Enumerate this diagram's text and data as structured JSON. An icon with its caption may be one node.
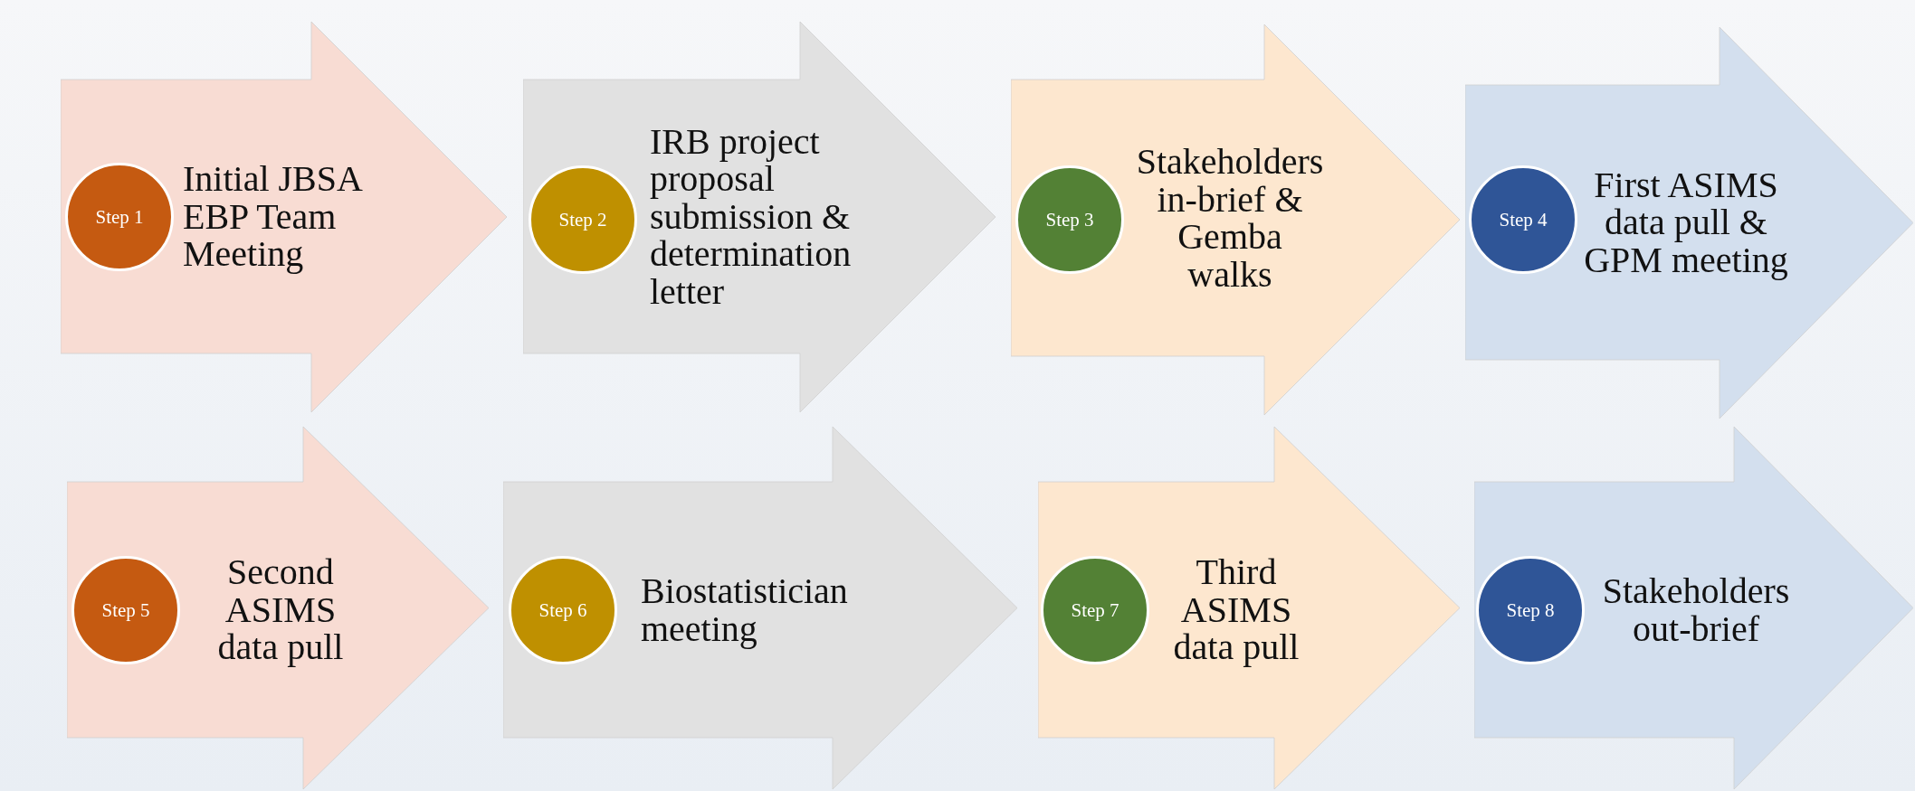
{
  "diagram": {
    "nodes": [
      {
        "text": [
          "Initial JBSA EBP Team Meeting"
        ]
      },
      {
        "text": [
          "Step 1"
        ],
        "in": 0
      },
      {
        "text": [
          "IRB project proposal submission & determination letter"
        ]
      },
      {
        "text": [
          "Step 2"
        ],
        "in": 2
      },
      {
        "text": [
          "Stakeholders in-brief & Gemba walks"
        ]
      },
      {
        "text": [
          "Step 3"
        ],
        "in": 4
      },
      {
        "text": [
          "First ASIMS data pull & GPM meeting"
        ]
      },
      {
        "text": [
          "Step 4"
        ],
        "in": 6
      },
      {
        "text": [
          "Second ASIMS data pull"
        ]
      },
      {
        "text": [
          "Step 5"
        ],
        "in": 8
      },
      {
        "text": [
          "Biostatistician meeting"
        ]
      },
      {
        "text": [
          "Step 6"
        ],
        "in": 10
      },
      {
        "text": [
          "Third ASIMS data pull"
        ]
      },
      {
        "text": [
          "Step 7"
        ],
        "in": 12
      },
      {
        "text": [
          "Stakeholders out-brief"
        ]
      },
      {
        "text": [
          "Step 8"
        ],
        "in": 14
      }
    ],
    "edges": []
  }
}
